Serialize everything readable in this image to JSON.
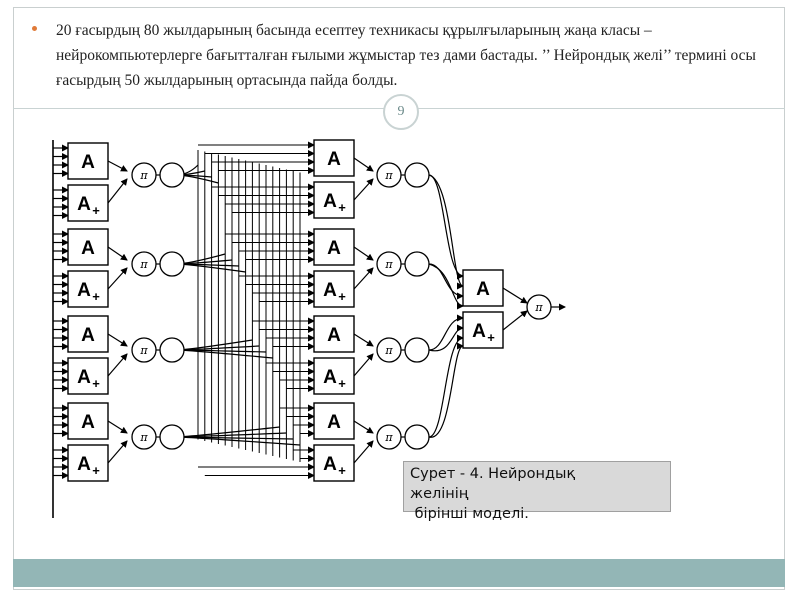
{
  "slide": {
    "bullet_text": "20 ғасырдың  80 жылдарының басында есептеу техникасы құрылғыларының жаңа класы – нейрокомпьютерлерге бағытталған ғылыми жұмыстар тез дами бастады. ’’ Нейрондық желі’’ термині осы ғасырдың 50 жылдарының ортасында пайда болды.",
    "page_number": "9"
  },
  "diagram": {
    "block_a_label": "A",
    "block_a_plus_label": "A",
    "block_a_plus_sub": "+",
    "pi_label": "π"
  },
  "caption": {
    "line1": "Сурет - 4. Нейрондық",
    "line2": "желінің",
    "line3": " бірінші моделі."
  },
  "colors": {
    "accent_bullet": "#e07b39",
    "footer": "#93b6b6",
    "rule": "#c9d3d3"
  }
}
